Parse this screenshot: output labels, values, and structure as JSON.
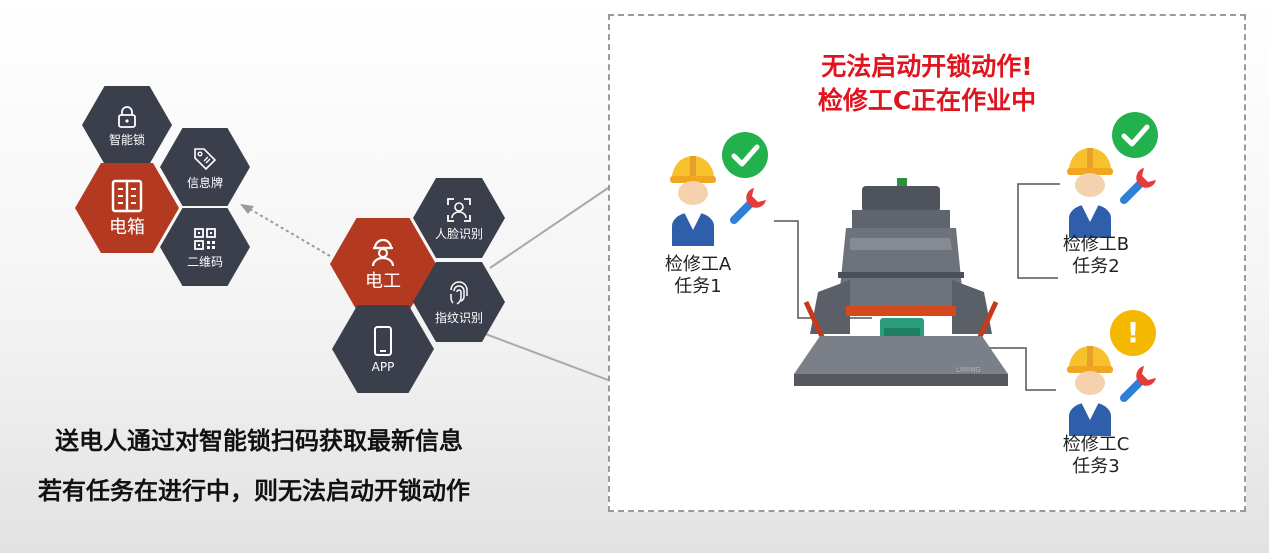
{
  "nodes": {
    "smart_lock": "智能锁",
    "info_card": "信息牌",
    "qr_code": "二维码",
    "electric_box": "电箱",
    "electrician": "电工",
    "face_id": "人脸识别",
    "fingerprint": "指纹识别",
    "app": "APP"
  },
  "alert": {
    "line1": "无法启动开锁动作!",
    "line2": "检修工C正在作业中"
  },
  "workers": [
    {
      "name": "检修工A",
      "task": "任务1",
      "status": "ok"
    },
    {
      "name": "检修工B",
      "task": "任务2",
      "status": "ok"
    },
    {
      "name": "检修工C",
      "task": "任务3",
      "status": "warning"
    }
  ],
  "warning_symbol": "!",
  "machine_logo": "LIMING",
  "caption": {
    "line1": "送电人通过对智能锁扫码获取最新信息",
    "line2": "若有任务在进行中，则无法启动开锁动作"
  },
  "colors": {
    "hex_dark": "#3b3f4c",
    "hex_red": "#b33a20",
    "alert_red": "#e0141e",
    "ok_green": "#22b14c",
    "warn_yellow": "#f5b800"
  }
}
